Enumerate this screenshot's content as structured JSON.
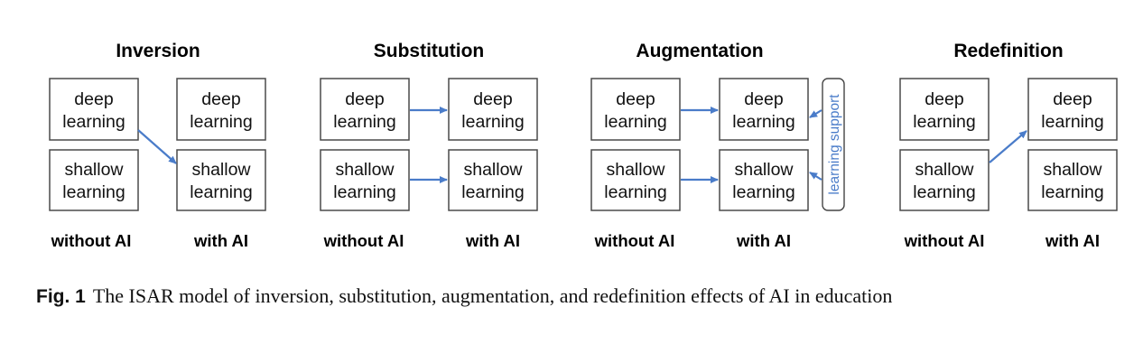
{
  "panels": [
    {
      "title": "Inversion",
      "without_label": "without AI",
      "with_label": "with AI"
    },
    {
      "title": "Substitution",
      "without_label": "without AI",
      "with_label": "with AI"
    },
    {
      "title": "Augmentation",
      "without_label": "without AI",
      "with_label": "with AI",
      "support_label": "learning support"
    },
    {
      "title": "Redefinition",
      "without_label": "without AI",
      "with_label": "with AI"
    }
  ],
  "boxes": {
    "deep": [
      "deep",
      "learning"
    ],
    "shallow": [
      "shallow",
      "learning"
    ]
  },
  "arrow_color": "#4a7cc9",
  "caption": {
    "label": "Fig. 1",
    "text": "The ISAR model of inversion, substitution, augmentation, and redefinition effects of AI in education"
  }
}
